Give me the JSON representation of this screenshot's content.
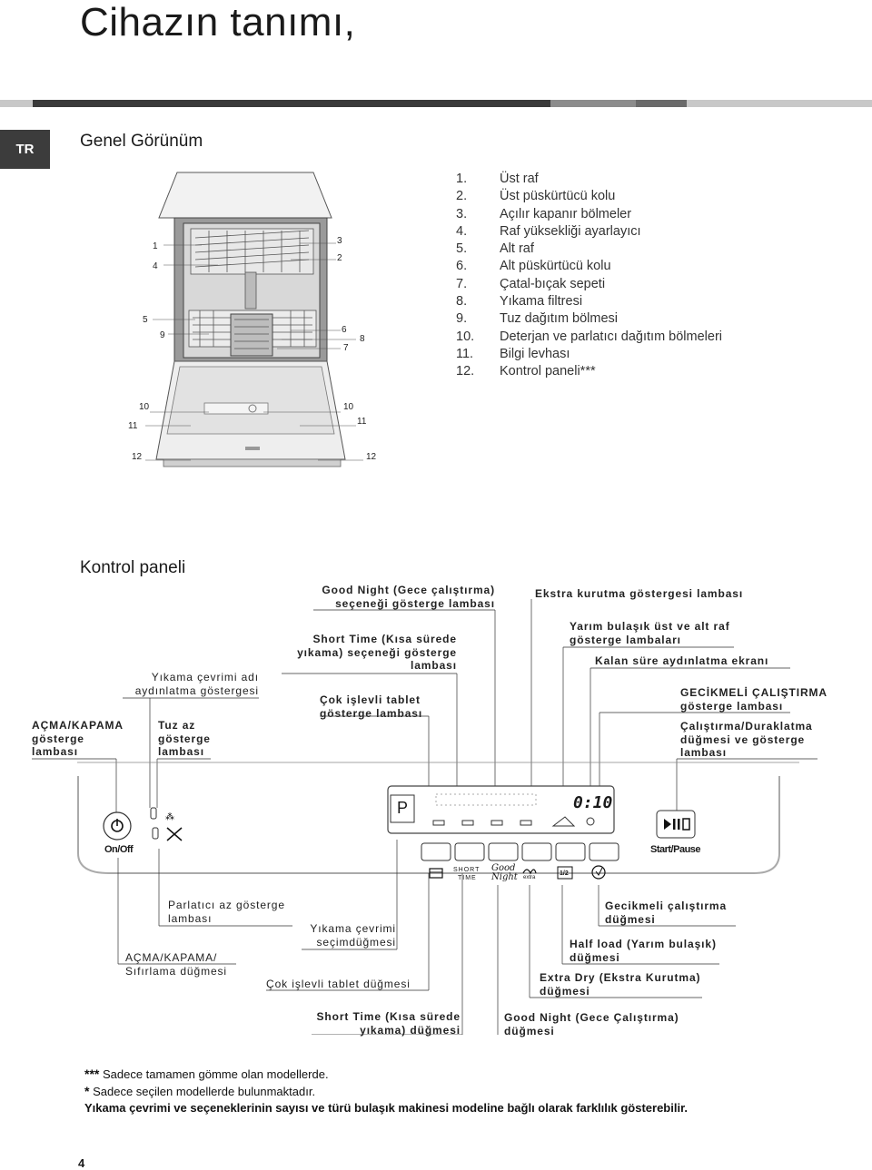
{
  "page_title": "Cihazın tanımı,",
  "language_badge": "TR",
  "overview": {
    "heading": "Genel Görünüm",
    "parts": [
      {
        "num": "1.",
        "label": "Üst raf"
      },
      {
        "num": "2.",
        "label": "Üst püskürtücü kolu"
      },
      {
        "num": "3.",
        "label": "Açılır kapanır bölmeler"
      },
      {
        "num": "4.",
        "label": "Raf yüksekliği ayarlayıcı"
      },
      {
        "num": "5.",
        "label": "Alt raf"
      },
      {
        "num": "6.",
        "label": "Alt püskürtücü kolu"
      },
      {
        "num": "7.",
        "label": "Çatal-bıçak sepeti"
      },
      {
        "num": "8.",
        "label": "Yıkama filtresi"
      },
      {
        "num": "9.",
        "label": "Tuz dağıtım bölmesi"
      },
      {
        "num": "10.",
        "label": "Deterjan ve parlatıcı dağıtım bölmeleri"
      },
      {
        "num": "11.",
        "label": "Bilgi levhası"
      },
      {
        "num": "12.",
        "label": "Kontrol paneli***"
      }
    ],
    "callouts": [
      "1",
      "4",
      "5",
      "9",
      "3",
      "2",
      "6",
      "7",
      "8",
      "10",
      "11",
      "10",
      "11",
      "12",
      "12"
    ]
  },
  "control_panel": {
    "heading": "Kontrol paneli",
    "top_labels": {
      "good_night_lamp": [
        "Good Night (Gece çalıştırma)",
        "seçeneği gösterge lambası"
      ],
      "extra_dry_lamp": "Ekstra kurutma göstergesi lambası",
      "short_time_lamp": [
        "Short Time (Kısa sürede",
        "yıkama) seçeneği gösterge",
        "lambası"
      ],
      "half_load_lamps": [
        "Yarım bulaşık üst ve alt raf",
        "gösterge lambaları"
      ],
      "remaining_time_display": "Kalan süre aydınlatma ekranı",
      "wash_cycle_display": [
        "Yıkama çevrimi adı",
        "aydınlatma göstergesi"
      ],
      "multi_tablet_lamp": [
        "Çok işlevli tablet",
        "gösterge lambası"
      ],
      "delay_start_lamp": [
        "GECİKMELİ ÇALIŞTIRMA",
        "gösterge lambası"
      ],
      "on_off_lamp": [
        "AÇMA/KAPAMA",
        "gösterge",
        "lambası"
      ],
      "low_salt_lamp": [
        "Tuz az",
        "gösterge",
        "lambası"
      ],
      "start_pause_button_lamp": [
        "Çalıştırma/Duraklatma",
        "düğmesi ve gösterge",
        "lambası"
      ]
    },
    "panel": {
      "on_off_label": "On/Off",
      "start_pause_label": "Start/Pause",
      "program_display": "P",
      "time_display": "0:10",
      "short_label_top": "SHORT",
      "short_label_bottom": "TIME",
      "good_label": "Good",
      "night_label": "Night",
      "extra_label": "extra",
      "half_label": "1/2"
    },
    "bottom_labels": {
      "rinse_aid_lamp": [
        "Parlatıcı az gösterge",
        "lambası"
      ],
      "wash_cycle_button": [
        "Yıkama çevrimi",
        "seçimdüğmesi"
      ],
      "on_off_reset_button": [
        "AÇMA/KAPAMA/",
        "Sıfırlama düğmesi"
      ],
      "multi_tablet_button": "Çok işlevli tablet düğmesi",
      "delay_start_button": [
        "Gecikmeli çalıştırma",
        "düğmesi"
      ],
      "half_load_button": [
        "Half load (Yarım bulaşık)",
        "düğmesi"
      ],
      "extra_dry_button": [
        "Extra Dry (Ekstra Kurutma)",
        "düğmesi"
      ],
      "short_time_button": [
        "Short Time (Kısa sürede",
        "yıkama) düğmesi"
      ],
      "good_night_button": [
        "Good Night (Gece Çalıştırma)",
        "düğmesi"
      ]
    }
  },
  "footnotes": {
    "triple_star": "***",
    "triple_star_text": "Sadece tamamen gömme olan modellerde.",
    "single_star": "*",
    "single_star_text": "Sadece seçilen modellerde bulunmaktadır.",
    "note": "Yıkama çevrimi ve seçeneklerinin sayısı ve türü bulaşık makinesi modeline bağlı olarak farklılık gösterebilir."
  },
  "page_number": "4",
  "colors": {
    "badge": "#3c3c3c",
    "bar_dark": "#3a3a3a",
    "bar_mid": "#8c8c8c",
    "bar_light": "#c8c8c8"
  }
}
